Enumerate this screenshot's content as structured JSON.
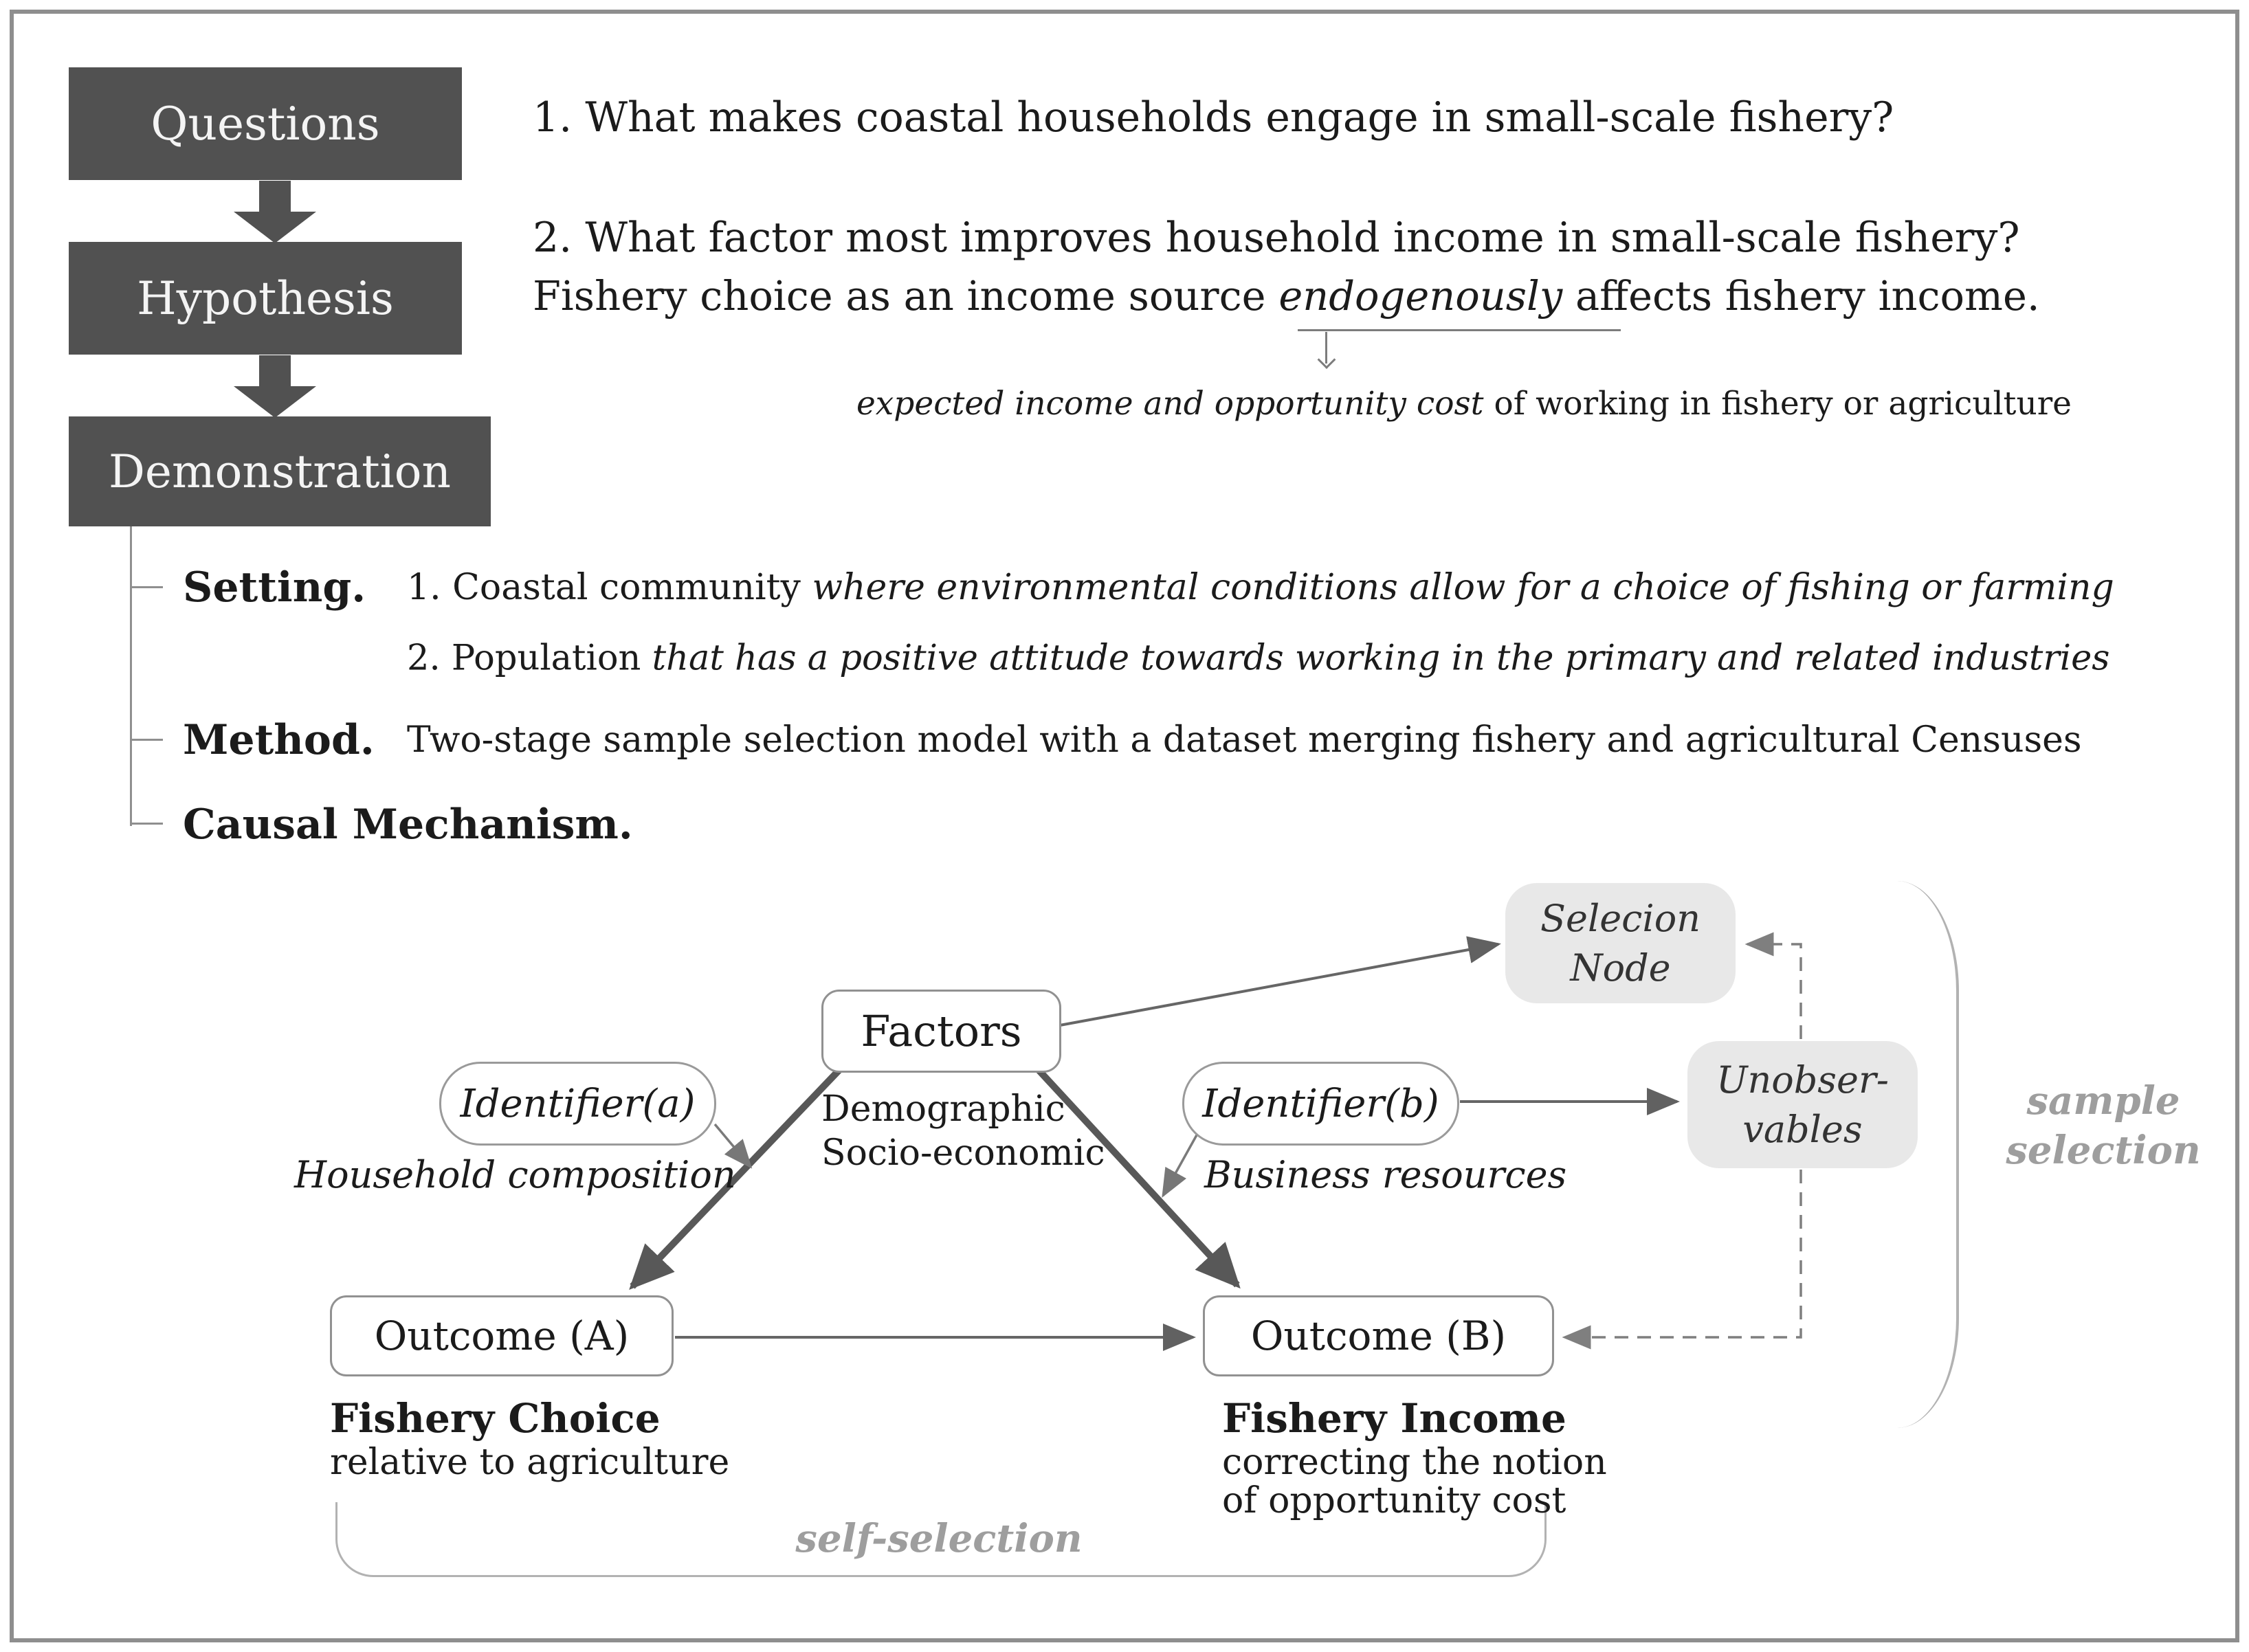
{
  "colors": {
    "flow_box_fill": "#515151",
    "flow_box_text": "#f4f4f4",
    "node_gray_fill": "#e8e8e8",
    "box_border": "#919191",
    "main_text": "#1b1b1b",
    "muted_label": "#9e9e9e",
    "thick_arrow": "#585858",
    "dashed_arrow": "#7f7f7f"
  },
  "flow": {
    "step1": "Questions",
    "step2": "Hypothesis",
    "step3": "Demonstration"
  },
  "questions": {
    "item1": "1. What makes coastal households engage in small-scale fishery?",
    "item2": "2. What factor most improves household income in small-scale fishery?"
  },
  "hypothesis": {
    "pre": "Fishery choice as an income source ",
    "emphasis": "endogenously",
    "post": " affects fishery income.",
    "note_italic": "expected income and opportunity cost",
    "note_regular": " of working in fishery or agriculture"
  },
  "demonstration": {
    "setting_label": "Setting.",
    "setting_item1_pre": "1. Coastal community ",
    "setting_item1_italic": "where environmental conditions allow for a choice of fishing or farming",
    "setting_item2_pre": "2. Population ",
    "setting_item2_italic": "that has a positive attitude towards working in the primary and related industries",
    "method_label": "Method.",
    "method_text": "Two-stage sample selection model with a dataset merging fishery and agricultural Censuses",
    "causal_label": "Causal Mechanism."
  },
  "diagram": {
    "factors_title": "Factors",
    "factors_sub1": "Demographic",
    "factors_sub2": "Socio-economic",
    "identifier_a_label": "Identifier(a)",
    "identifier_a_caption": "Household composition",
    "identifier_b_label": "Identifier(b)",
    "identifier_b_caption": "Business resources",
    "selection_node_line1": "Selecion",
    "selection_node_line2": "Node",
    "unobservables_line1": "Unobser-",
    "unobservables_line2": "vables",
    "outcome_a_title": "Outcome (A)",
    "outcome_a_caption_bold": "Fishery Choice",
    "outcome_a_caption": "relative to agriculture",
    "outcome_b_title": "Outcome (B)",
    "outcome_b_caption_bold": "Fishery Income",
    "outcome_b_caption1": "correcting the notion",
    "outcome_b_caption2": "of opportunity cost",
    "self_selection_label": "self-selection",
    "sample_selection_line1": "sample",
    "sample_selection_line2": "selection"
  }
}
